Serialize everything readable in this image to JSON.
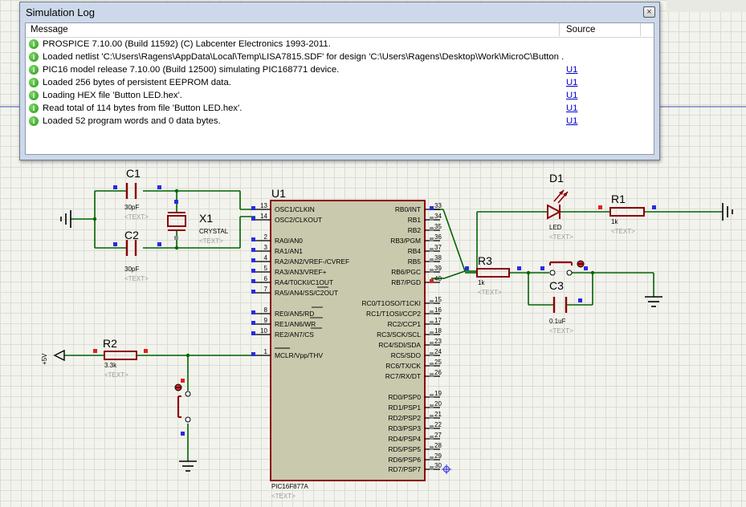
{
  "schematic": {
    "components": {
      "c1": {
        "ref": "C1",
        "value": "30pF",
        "text": "<TEXT>"
      },
      "c2": {
        "ref": "C2",
        "value": "30pF",
        "text": "<TEXT>"
      },
      "x1": {
        "ref": "X1",
        "value": "CRYSTAL",
        "text": "<TEXT>"
      },
      "u1": {
        "ref": "U1",
        "value": "PIC16F877A",
        "text": "<TEXT>"
      },
      "d1": {
        "ref": "D1",
        "value": "LED",
        "text": "<TEXT>"
      },
      "r1": {
        "ref": "R1",
        "value": "1k",
        "text": "<TEXT>"
      },
      "r2": {
        "ref": "R2",
        "value": "3.3k",
        "text": "<TEXT>"
      },
      "r3": {
        "ref": "R3",
        "value": "1k",
        "text": "<TEXT>"
      },
      "c3": {
        "ref": "C3",
        "value": "0.1uF",
        "text": "<TEXT>"
      },
      "power": {
        "label": "+5V"
      }
    },
    "left_pins": [
      {
        "num": "13",
        "name": "OSC1/CLKIN"
      },
      {
        "num": "14",
        "name": "OSC2/CLKOUT"
      },
      {
        "num": "2",
        "name": "RA0/AN0"
      },
      {
        "num": "3",
        "name": "RA1/AN1"
      },
      {
        "num": "4",
        "name": "RA2/AN2/VREF-/CVREF"
      },
      {
        "num": "5",
        "name": "RA3/AN3/VREF+"
      },
      {
        "num": "6",
        "name": "RA4/T0CKI/C1OUT"
      },
      {
        "num": "7",
        "name": "RA5/AN4/SS/C2OUT"
      },
      {
        "num": "8",
        "name": "RE0/AN5/RD"
      },
      {
        "num": "9",
        "name": "RE1/AN6/WR"
      },
      {
        "num": "10",
        "name": "RE2/AN7/CS"
      },
      {
        "num": "1",
        "name": "MCLR/Vpp/THV"
      }
    ],
    "right_pins": [
      {
        "num": "33",
        "name": "RB0/INT"
      },
      {
        "num": "34",
        "name": "RB1"
      },
      {
        "num": "35",
        "name": "RB2"
      },
      {
        "num": "36",
        "name": "RB3/PGM"
      },
      {
        "num": "37",
        "name": "RB4"
      },
      {
        "num": "38",
        "name": "RB5"
      },
      {
        "num": "39",
        "name": "RB6/PGC"
      },
      {
        "num": "40",
        "name": "RB7/PGD"
      },
      {
        "num": "15",
        "name": "RC0/T1OSO/T1CKI"
      },
      {
        "num": "16",
        "name": "RC1/T1OSI/CCP2"
      },
      {
        "num": "17",
        "name": "RC2/CCP1"
      },
      {
        "num": "18",
        "name": "RC3/SCK/SCL"
      },
      {
        "num": "23",
        "name": "RC4/SDI/SDA"
      },
      {
        "num": "24",
        "name": "RC5/SDO"
      },
      {
        "num": "25",
        "name": "RC6/TX/CK"
      },
      {
        "num": "26",
        "name": "RC7/RX/DT"
      },
      {
        "num": "19",
        "name": "RD0/PSP0"
      },
      {
        "num": "20",
        "name": "RD1/PSP1"
      },
      {
        "num": "21",
        "name": "RD2/PSP2"
      },
      {
        "num": "22",
        "name": "RD3/PSP3"
      },
      {
        "num": "27",
        "name": "RD4/PSP4"
      },
      {
        "num": "28",
        "name": "RD5/PSP5"
      },
      {
        "num": "29",
        "name": "RD6/PSP6"
      },
      {
        "num": "30",
        "name": "RD7/PSP7"
      }
    ]
  },
  "log_window": {
    "title": "Simulation Log",
    "close_label": "×",
    "columns": {
      "message": "Message",
      "source": "Source"
    },
    "rows": [
      {
        "icon": "info-icon",
        "message": "PROSPICE 7.10.00 (Build 11592) (C) Labcenter Electronics 1993-2011.",
        "source": ""
      },
      {
        "icon": "info-icon",
        "message": "Loaded netlist 'C:\\Users\\Ragens\\AppData\\Local\\Temp\\LISA7815.SDF' for design 'C:\\Users\\Ragens\\Desktop\\Work\\MicroC\\Button ...",
        "source": ""
      },
      {
        "icon": "info-icon",
        "message": "PIC16 model release 7.10.00 (Build 12500) simulating PIC168771 device.",
        "source": "U1"
      },
      {
        "icon": "info-icon",
        "message": "Loaded 256 bytes of persistent EEPROM data.",
        "source": "U1"
      },
      {
        "icon": "info-icon",
        "message": "Loading HEX file 'Button LED.hex'.",
        "source": "U1"
      },
      {
        "icon": "info-icon",
        "message": "Read total of 114 bytes from file 'Button LED.hex'.",
        "source": "U1"
      },
      {
        "icon": "info-icon",
        "message": "Loaded 52 program words and 0 data bytes.",
        "source": "U1"
      }
    ]
  },
  "colors": {
    "wire": "#006400",
    "component": "#8b0000",
    "chip_fill": "#c9c9ad",
    "marker_red": "#e02020",
    "marker_blue": "#2a2ae0"
  }
}
